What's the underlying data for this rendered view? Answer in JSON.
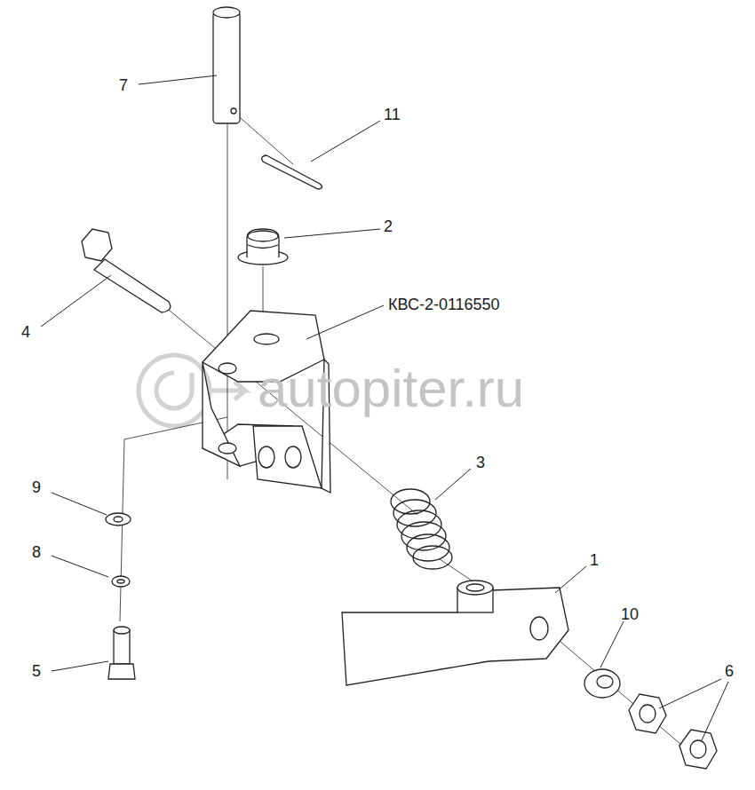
{
  "diagram": {
    "labels": [
      "7",
      "11",
      "2",
      "4",
      "КВС-2-0116550",
      "autopiter.ru",
      "3",
      "9",
      "1",
      "8",
      "10",
      "6",
      "5"
    ]
  }
}
